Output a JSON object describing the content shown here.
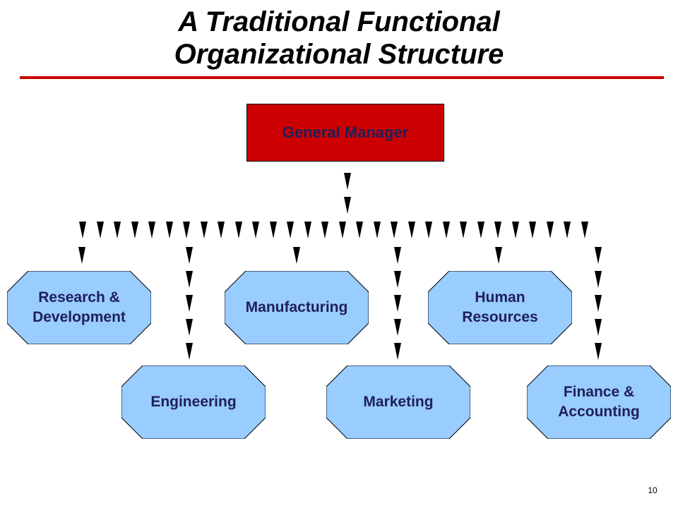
{
  "title": {
    "line1": "A Traditional  Functional",
    "line2": "Organizational  Structure"
  },
  "general_manager": "General Manager",
  "departments": {
    "research": {
      "line1": "Research &",
      "line2": "Development"
    },
    "manufacturing": {
      "line1": "Manufacturing"
    },
    "human_resources": {
      "line1": "Human",
      "line2": "Resources"
    },
    "engineering": {
      "line1": "Engineering"
    },
    "marketing": {
      "line1": "Marketing"
    },
    "finance": {
      "line1": "Finance &",
      "line2": "Accounting"
    }
  },
  "page_number": "10",
  "colors": {
    "accent_red": "#cc0000",
    "department_fill": "#99ccff",
    "department_text": "#1f1f5a"
  }
}
